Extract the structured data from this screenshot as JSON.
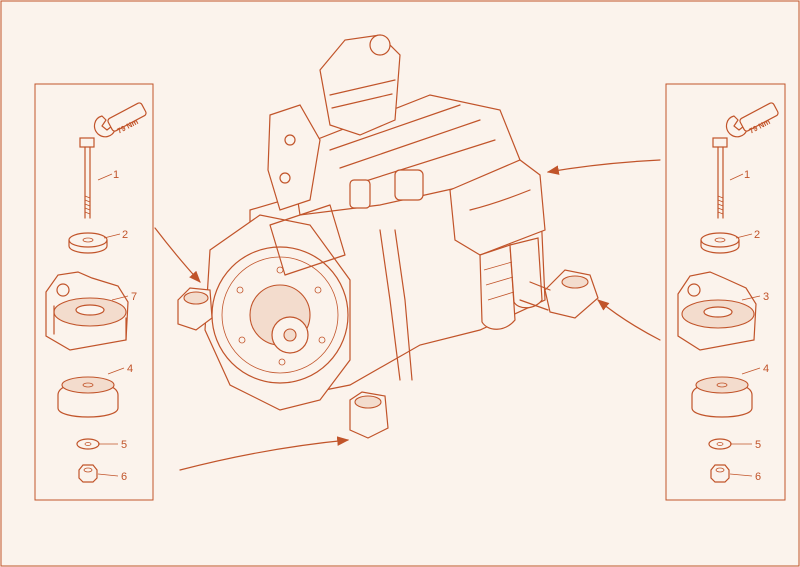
{
  "colors": {
    "line": "#c1542a",
    "paper": "#fbf3ec",
    "shade": "#f3dccd"
  },
  "left_panel": {
    "torque": "79 Nm",
    "labels": [
      "1",
      "2",
      "7",
      "4",
      "5",
      "6"
    ]
  },
  "right_panel": {
    "torque": "79 Nm",
    "labels": [
      "1",
      "2",
      "3",
      "4",
      "5",
      "6"
    ]
  }
}
